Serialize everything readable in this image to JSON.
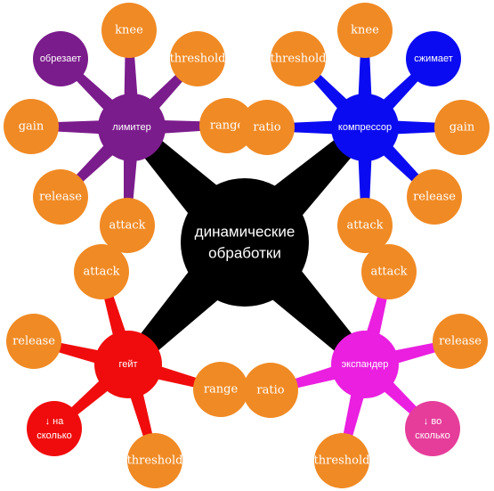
{
  "center": {
    "label_line1": "динамические",
    "label_line2": "обработки"
  },
  "clusters": [
    {
      "key": "limiter",
      "label": "лимитер",
      "color": "#7b1c8c",
      "children": [
        {
          "text": "knee",
          "color": "#f08a24"
        },
        {
          "text": "threshold",
          "color": "#f08a24"
        },
        {
          "text": "обрезает",
          "color": "#7b1c8c"
        },
        {
          "text": "range",
          "color": "#f08a24"
        },
        {
          "text": "gain",
          "color": "#f08a24"
        },
        {
          "text": "release",
          "color": "#f08a24"
        },
        {
          "text": "attack",
          "color": "#f08a24"
        }
      ]
    },
    {
      "key": "compressor",
      "label": "компрессор",
      "color": "#0b0bf2",
      "children": [
        {
          "text": "knee",
          "color": "#f08a24"
        },
        {
          "text": "threshold",
          "color": "#f08a24"
        },
        {
          "text": "сжимает",
          "color": "#0b0bf2"
        },
        {
          "text": "ratio",
          "color": "#f08a24"
        },
        {
          "text": "gain",
          "color": "#f08a24"
        },
        {
          "text": "release",
          "color": "#f08a24"
        },
        {
          "text": "attack",
          "color": "#f08a24"
        }
      ]
    },
    {
      "key": "gate",
      "label": "гейт",
      "color": "#f00c0c",
      "children": [
        {
          "text": "attack",
          "color": "#f08a24"
        },
        {
          "text": "release",
          "color": "#f08a24"
        },
        {
          "text": "range",
          "color": "#f08a24"
        },
        {
          "text": "↓ на",
          "text2": "сколько",
          "color": "#f00c0c"
        },
        {
          "text": "threshold",
          "color": "#f08a24"
        }
      ]
    },
    {
      "key": "expander",
      "label": "экспандер",
      "color": "#ea1fe0",
      "children": [
        {
          "text": "attack",
          "color": "#f08a24"
        },
        {
          "text": "release",
          "color": "#f08a24"
        },
        {
          "text": "ratio",
          "color": "#f08a24"
        },
        {
          "text": "↓ во",
          "text2": "сколько",
          "color": "#e63d9a"
        },
        {
          "text": "threshold",
          "color": "#f08a24"
        }
      ]
    }
  ]
}
